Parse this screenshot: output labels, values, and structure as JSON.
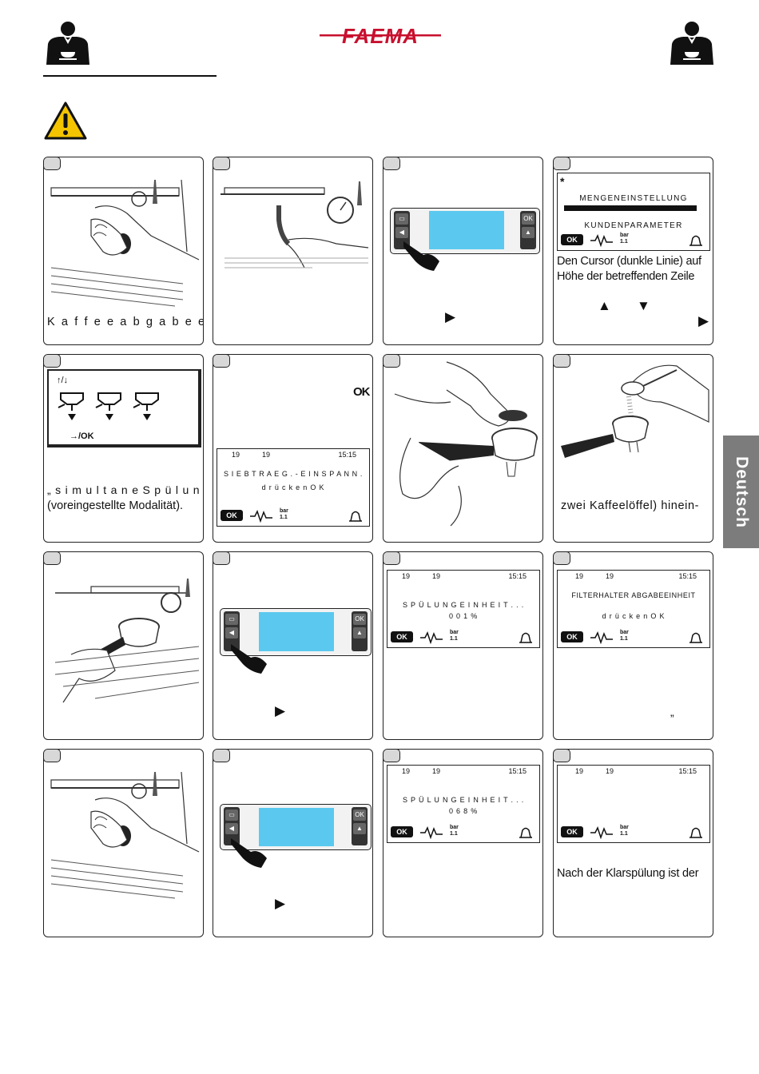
{
  "header": {
    "brand": "FAEMA"
  },
  "sidebar_tab": {
    "label": "Deutsch"
  },
  "panels": {
    "p1": {
      "caption": "K a f f e e a b g a b e e i n h e i t"
    },
    "p3": {
      "arrow_glyph": "▶"
    },
    "p4": {
      "star": "*",
      "lcd_line1": "MENGENEINSTELLUNG",
      "lcd_line2": "KUNDENPARAMETER",
      "caption": "Den Cursor (dunkle Linie) auf Höhe der betreffenden Zeile",
      "up_glyph": "▲",
      "down_glyph": "▼",
      "right_glyph": "▶"
    },
    "p5": {
      "lcd_arrows": "↑/↓",
      "lcd_ok": "→/OK",
      "caption_line1": "„ s i m u l t a n e   S p ü l u n g “",
      "caption_line2": "(voreingestellte Modalität)."
    },
    "p6": {
      "ok_glyph": "OK",
      "d1": "19",
      "d2": "19",
      "time": "15:15",
      "msg1": "S I E B T R A E G .  - E I N S P A N N .",
      "msg2": "d r ü c k e n   O K"
    },
    "p8": {
      "caption": "zwei Kaffeelöffel) hinein-"
    },
    "p10": {
      "arrow_glyph": "▶"
    },
    "p11": {
      "d1": "19",
      "d2": "19",
      "time": "15:15",
      "msg1": "S P Ü L U N G   E I N H E I T . . .",
      "msg2": "0 0 1 %"
    },
    "p12": {
      "d1": "19",
      "d2": "19",
      "time": "15:15",
      "msg1": "FILTERHALTER ABGABEEINHEIT",
      "msg2": "d r ü c k e n   O K",
      "quote": "”"
    },
    "p14": {
      "arrow_glyph": "▶"
    },
    "p15": {
      "d1": "19",
      "d2": "19",
      "time": "15:15",
      "msg1": "S P Ü L U N G   E I N H E I T . . .",
      "msg2": "0 6 8 %"
    },
    "p16": {
      "d1": "19",
      "d2": "19",
      "time": "15:15",
      "caption": "Nach der Klarspülung ist der"
    }
  },
  "lcd_icons": {
    "ok": "OK",
    "bar_label": "bar",
    "bar_value": "1.1"
  }
}
